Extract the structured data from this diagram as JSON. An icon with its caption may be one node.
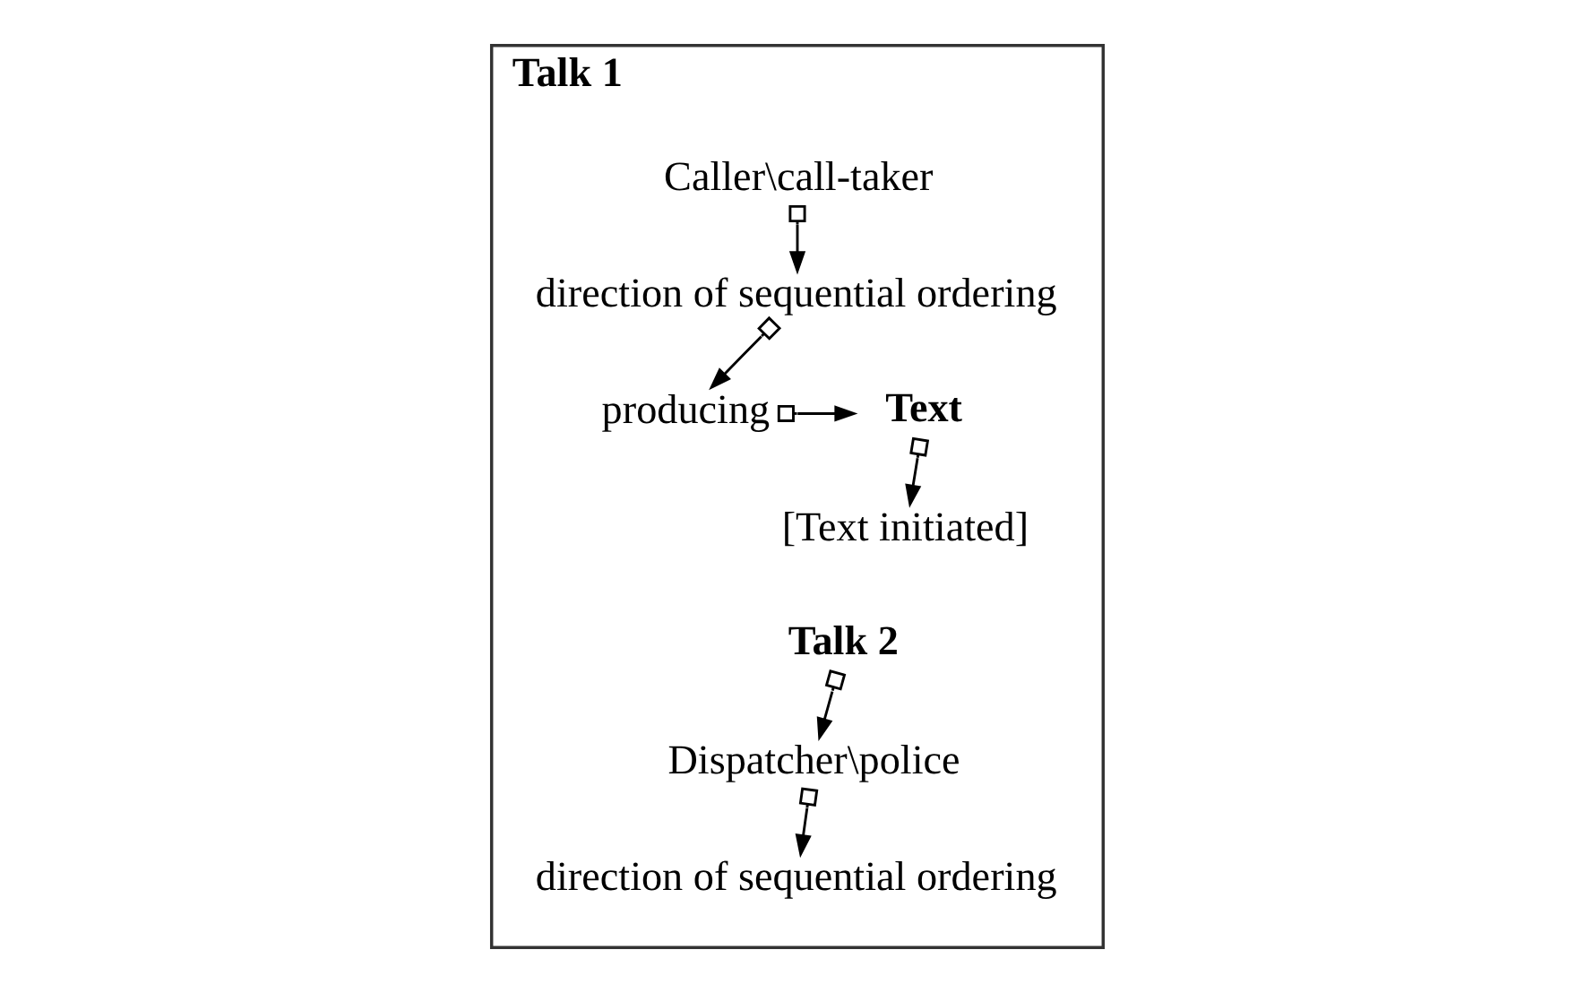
{
  "diagram": {
    "nodes": [
      {
        "text": [
          "Talk 1"
        ]
      },
      {
        "text": [
          "Caller\\call-taker"
        ],
        "in": 0
      },
      {
        "text": [
          "direction of sequential ordering"
        ],
        "in": 0
      },
      {
        "text": [
          "producing"
        ],
        "in": 0
      },
      {
        "text": [
          "Text"
        ],
        "in": 0
      },
      {
        "text": [
          "[Text initiated]"
        ],
        "in": 0
      },
      {
        "text": [
          "Talk 2"
        ],
        "in": 0
      },
      {
        "text": [
          "Dispatcher\\police"
        ],
        "in": 0
      },
      {
        "text": [
          "direction of sequential ordering"
        ],
        "in": 0
      }
    ],
    "edges": [
      {
        "from": 1,
        "to": 2,
        "arrow": "to"
      },
      {
        "from": 2,
        "to": 3,
        "arrow": "to"
      },
      {
        "from": 3,
        "to": 4,
        "arrow": "to"
      },
      {
        "from": 4,
        "to": 5,
        "arrow": "to"
      },
      {
        "from": 6,
        "to": 7,
        "arrow": "to"
      },
      {
        "from": 7,
        "to": 8,
        "arrow": "to"
      }
    ]
  }
}
